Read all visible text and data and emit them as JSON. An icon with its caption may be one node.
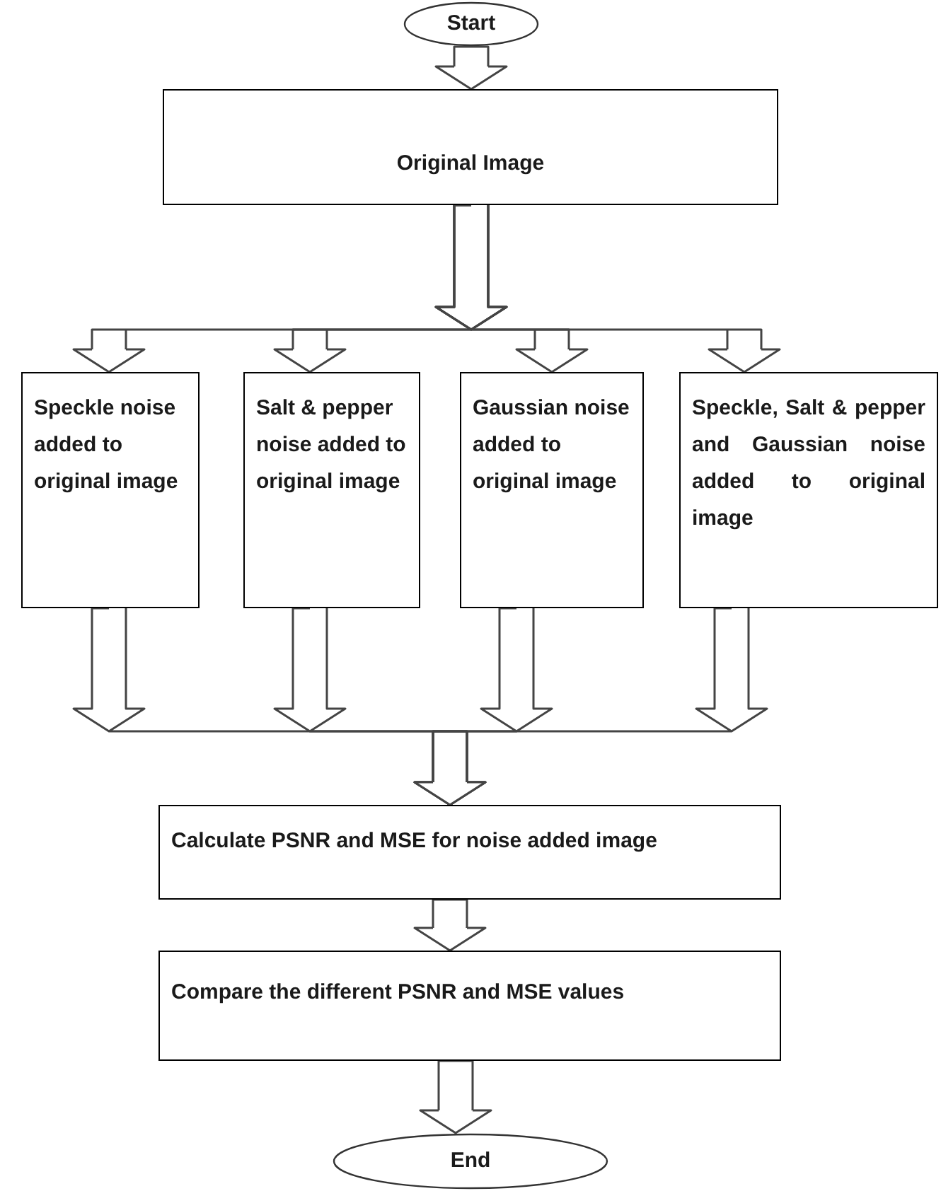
{
  "diagram": {
    "nodes": [
      {
        "text": [
          "Start"
        ]
      },
      {
        "text": [
          "Original Image"
        ]
      },
      {
        "text": [
          "Speckle noise added to original image"
        ]
      },
      {
        "text": [
          "Salt & pepper noise added to original image"
        ]
      },
      {
        "text": [
          "Gaussian noise added to original image"
        ]
      },
      {
        "text": [
          "Speckle, Salt & pepper and Gaussian noise added to original image"
        ]
      },
      {
        "text": [
          "Calculate PSNR and MSE for noise added image"
        ]
      },
      {
        "text": [
          "Compare the different PSNR and MSE values"
        ]
      },
      {
        "text": [
          "End"
        ]
      }
    ],
    "edges": [
      {
        "from": 0,
        "to": 1,
        "arrow": "to"
      },
      {
        "from": 1,
        "to": 2,
        "arrow": "to"
      },
      {
        "from": 1,
        "to": 3,
        "arrow": "to"
      },
      {
        "from": 1,
        "to": 4,
        "arrow": "to"
      },
      {
        "from": 1,
        "to": 5,
        "arrow": "to"
      },
      {
        "from": 2,
        "to": 6,
        "arrow": "to"
      },
      {
        "from": 3,
        "to": 6,
        "arrow": "to"
      },
      {
        "from": 4,
        "to": 6,
        "arrow": "to"
      },
      {
        "from": 5,
        "to": 6,
        "arrow": "to"
      },
      {
        "from": 6,
        "to": 7,
        "arrow": "to"
      },
      {
        "from": 7,
        "to": 8,
        "arrow": "to"
      }
    ]
  }
}
